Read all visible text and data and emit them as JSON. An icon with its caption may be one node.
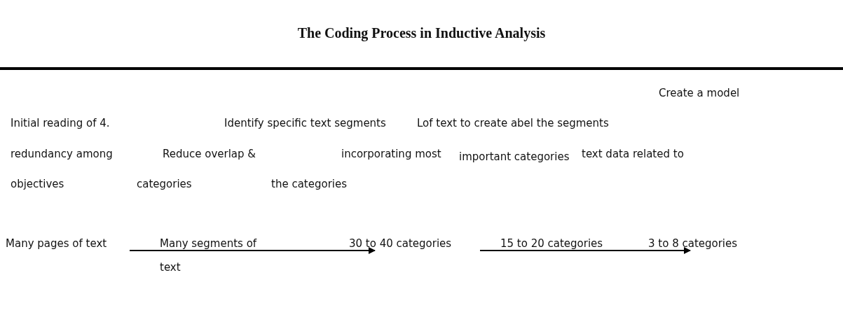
{
  "diagram": {
    "title": "The Coding Process in Inductive Analysis",
    "labels": [
      "Create a model",
      "Initial reading of 4.",
      "Identify specific text segments",
      "Lof text to create abel the segments",
      "redundancy among",
      "Reduce overlap &",
      "incorporating most",
      "important categories",
      "text data related to",
      "objectives",
      "categories",
      "the categories",
      "Many pages of text",
      "Many segments of text",
      "30 to 40 categories",
      "15 to 20 categories",
      "3 to 8 categories"
    ]
  }
}
